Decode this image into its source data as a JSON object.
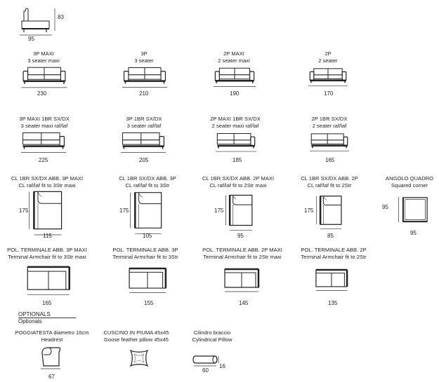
{
  "top": {
    "width": "95",
    "height": "83"
  },
  "row1": [
    {
      "code": "3P MAXI",
      "desc": "3 seater maxi",
      "dim": "230"
    },
    {
      "code": "3P",
      "desc": "3 seater",
      "dim": "210"
    },
    {
      "code": "2P MAXI",
      "desc": "2 seater maxi",
      "dim": "190"
    },
    {
      "code": "2P",
      "desc": "2 seater",
      "dim": "170"
    }
  ],
  "row2": [
    {
      "code": "3P MAXI 1BR SX/DX",
      "desc": "3 seater maxi raf/laf",
      "dim": "225"
    },
    {
      "code": "3P 1BR SX/DX",
      "desc": "3 seater raf/laf",
      "dim": "205"
    },
    {
      "code": "2P MAXI 1BR SX/DX",
      "desc": "2 seater maxi raf/laf",
      "dim": "185"
    },
    {
      "code": "2P 1BR SX/DX",
      "desc": "2 seater raf/laf",
      "dim": "165"
    }
  ],
  "row3": [
    {
      "code": "CL 1BR SX/DX ABB. 3P MAXI",
      "desc": "CL raf/laf fit to 3Str maxi",
      "width": "115",
      "depth": "175"
    },
    {
      "code": "CL 1BR SX/DX ABB. 3P",
      "desc": "CL raf/laf fit to 3Str",
      "width": "105",
      "depth": "175"
    },
    {
      "code": "CL 1BR SX/DX ABB. 2P MAXI",
      "desc": "CL raf/laf fit to 2Str maxi",
      "width": "95",
      "depth": "175"
    },
    {
      "code": "CL 1BR SX/DX ABB. 2P",
      "desc": "CL raf/laf fit to 2Str",
      "width": "85",
      "depth": "175"
    },
    {
      "code": "ANGOLO QUADRO",
      "desc": "Squared corner",
      "width": "95",
      "depth": "95"
    }
  ],
  "row4": [
    {
      "code": "POL. TERMINALE ABB. 3P MAXI",
      "desc": "Terminal Armchair fit to 3Str maxi",
      "dim": "165"
    },
    {
      "code": "POL. TERMINALE ABB. 3P",
      "desc": "Terminal Armchair fit to 3Str",
      "dim": "155"
    },
    {
      "code": "POL. TERMINALE ABB. 2P MAXI",
      "desc": "Terminal Armchair fit to 2Str maxi",
      "dim": "145"
    },
    {
      "code": "POL. TERMINALE ABB. 2P",
      "desc": "Terminal Armchair fit to 2Str",
      "dim": "135"
    }
  ],
  "optionals": {
    "title": "OPTIONALS",
    "subtitle": "Optionals",
    "items": [
      {
        "code": "POGGIATESTA diametro 16cm",
        "desc": "Headrest",
        "dim": "67"
      },
      {
        "code": "CUSCINO IN PIUMA 45x45",
        "desc": "Goose feather pillow 45x45",
        "dim": ""
      },
      {
        "code": "Cilindro braccio",
        "desc": "Cylindrical Pillow",
        "dim": "60",
        "dim2": "16"
      }
    ]
  }
}
